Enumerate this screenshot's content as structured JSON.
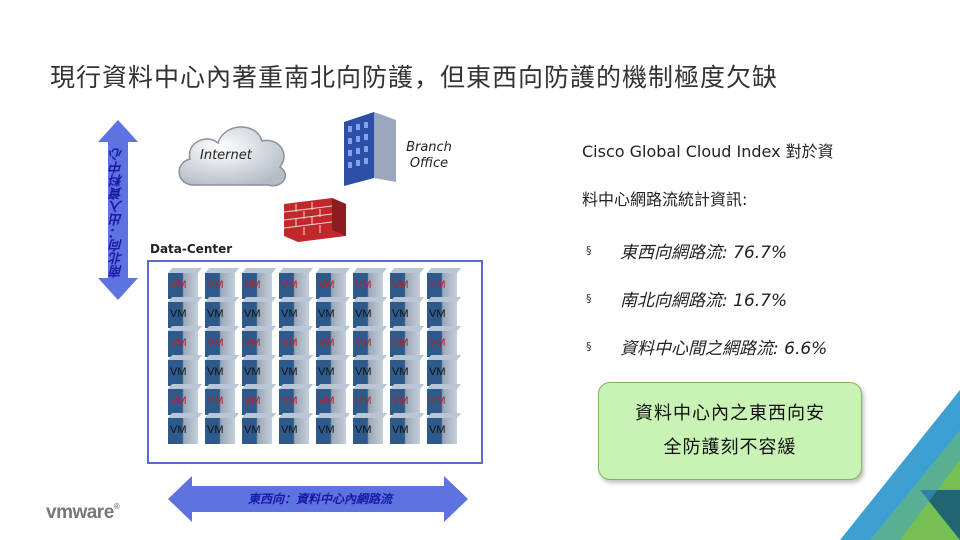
{
  "title": "現行資料中心內著重南北向防護，但東西向防護的機制極度欠缺",
  "diagram": {
    "vertical_arrow_label": "南北向：出入資料中心",
    "internet_label": "Internet",
    "branch_office_label": "Branch\nOffice",
    "datacenter_label": "Data-Center",
    "vm_label": "VM",
    "horizontal_arrow_label": "東西向：資料中心內網路流"
  },
  "right_panel": {
    "intro_line1": "Cisco Global Cloud Index 對於資",
    "intro_line2": "料中心網路流統計資訊:",
    "bullets": [
      {
        "mark": "§",
        "text": "東西向網路流: 76.7%"
      },
      {
        "mark": "§",
        "text": "南北向網路流: 16.7%"
      },
      {
        "mark": "§",
        "text": "資料中心間之網路流: 6.6%"
      }
    ],
    "callout_line1": "資料中心內之東西向安",
    "callout_line2": "全防護刻不容緩"
  },
  "logo": {
    "text": "vmware",
    "reg": "®"
  },
  "colors": {
    "arrow_fill": "#5e72e0",
    "arrow_label": "#1a1aa6",
    "callout_fill": "#c9f3b4",
    "corner_green": "#7cc242",
    "corner_blue": "#1d8ec8"
  }
}
